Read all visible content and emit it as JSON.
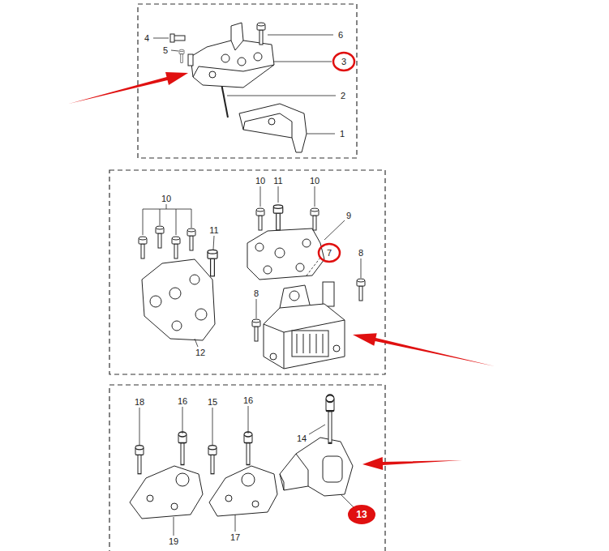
{
  "diagram": {
    "labels": [
      "4",
      "6",
      "5",
      "3",
      "2",
      "1",
      "10",
      "10",
      "11",
      "10",
      "9",
      "11",
      "7",
      "8",
      "8",
      "12",
      "18",
      "16",
      "15",
      "16",
      "14",
      "19",
      "17",
      "13"
    ]
  }
}
